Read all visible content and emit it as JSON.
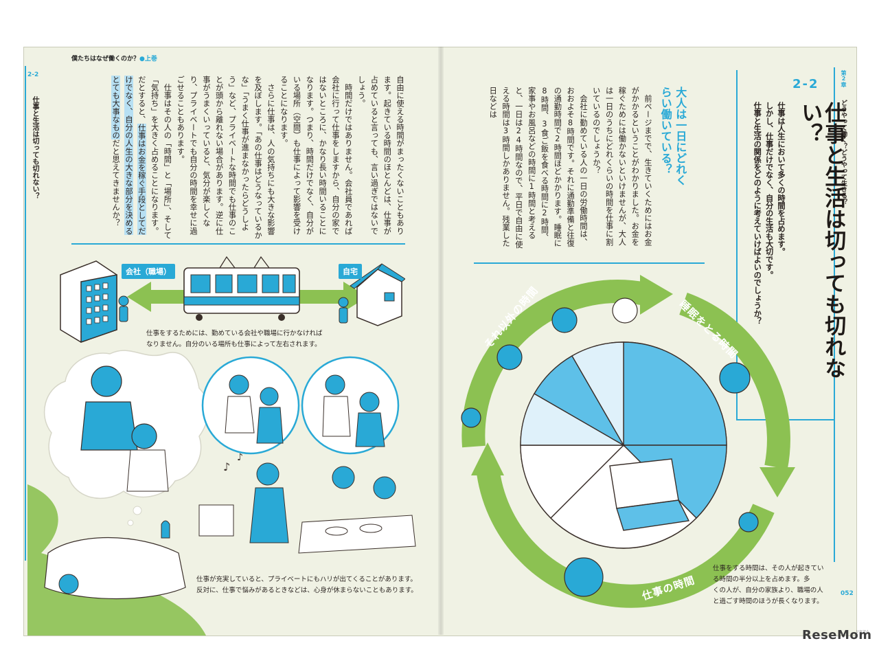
{
  "header": {
    "series": "僕たちはなぜ働くのか？",
    "volume": "上巻"
  },
  "left_page": {
    "section": "2-2",
    "side_title": "仕事と生活は切っても切れない？",
    "body": [
      "自由に使える時間がまったくないこともあります。起きている時間のほとんどは、仕事が占めていると言っても、言い過ぎではないでしょう。",
      "時間だけではありません。会社員であれば会社に行って仕事をしますから、自分の家ではないところに、かなり長い時間いることになります。つまり、時間だけでなく、自分がいる場所（空間）も仕事によって影響を受けることになります。",
      "さらに仕事は、人の気持ちにも大きな影響を及ぼします。「あの仕事はどうなっているかな」「うまく仕事が進まなかったらどうしよう」など、プライベートな時間でも仕事のことが頭から離れない場合があります。逆に仕事がうまくいっていると、気分が楽しくなり、プライベートでも自分の時間を幸せに過ごせることもあります。",
      "仕事はその人の「時間」と「場所」、そして「気持ち」を大きく占めることになります。だとすると、",
      "仕事はお金を稼ぐ手段としてだけでなく、自分の人生の大きな部分を決めるとても大事なもの",
      "だと思えてきませんか？"
    ],
    "label_company": "会社（職場）",
    "label_home": "自宅",
    "caption_commute_1": "仕事をするためには、勤めている会社や職場に行かなければ",
    "caption_commute_2": "なりません。自分のいる場所も仕事によって左右されます。",
    "caption_mood_1": "仕事が充実していると、プライベートにもハリが出てくることがあります。",
    "caption_mood_2": "反対に、仕事で悩みがあるときなどは、心身が休まらないこともあります。"
  },
  "right_page": {
    "chapter_tag": "第2章",
    "chapter_sub": "どうやって働く？どうやって生きる？",
    "section_number": "2-2",
    "title": "仕事と生活は切っても切れない？",
    "lead": [
      "仕事は人生において多くの時間を占めます。",
      "しかし、仕事だけでなく、自分の生活も大切です。",
      "仕事と生活の関係をどのように考えていけばよいのでしょうか？"
    ],
    "question": "大人は一日にどれくらい働いている？",
    "body": [
      "前ページまでで、生きていくためにはお金がかかるということがわかりました。お金を稼ぐためには働かないといけませんが、大人は一日のうちにどれくらいの時間を仕事に割いているのでしょうか？",
      "会社に勤めている人の一日の労働時間は、おおよそ8時間です。それに通勤準備と往復の通勤時間で2時間ほどかかります。睡眠に8時間、3食ご飯を食べる時間に2時間、家事やお風呂などの時間に1時間と考えると、一日は24時間なので、平日で自由に使える時間は3時間しかありません。残業した日などは"
    ],
    "ring_labels": {
      "other": "それ以外の時間",
      "sleep": "睡眠をとる時間",
      "work": "仕事の時間"
    },
    "caption_pie": [
      "仕事をする時間は、その人が起きてい",
      "る時間の半分以上を占めます。多",
      "くの人が、自分の家族より、職場の人",
      "と過ごす時間のほうが長くなります。"
    ],
    "page_number": "052"
  },
  "brand": {
    "logo": "ReseMom",
    "logo_small": "リセマム"
  },
  "colors": {
    "accent_blue": "#29a9d6",
    "accent_green": "#8cc152",
    "paper": "#f0f2e4",
    "ink": "#2a2320"
  }
}
